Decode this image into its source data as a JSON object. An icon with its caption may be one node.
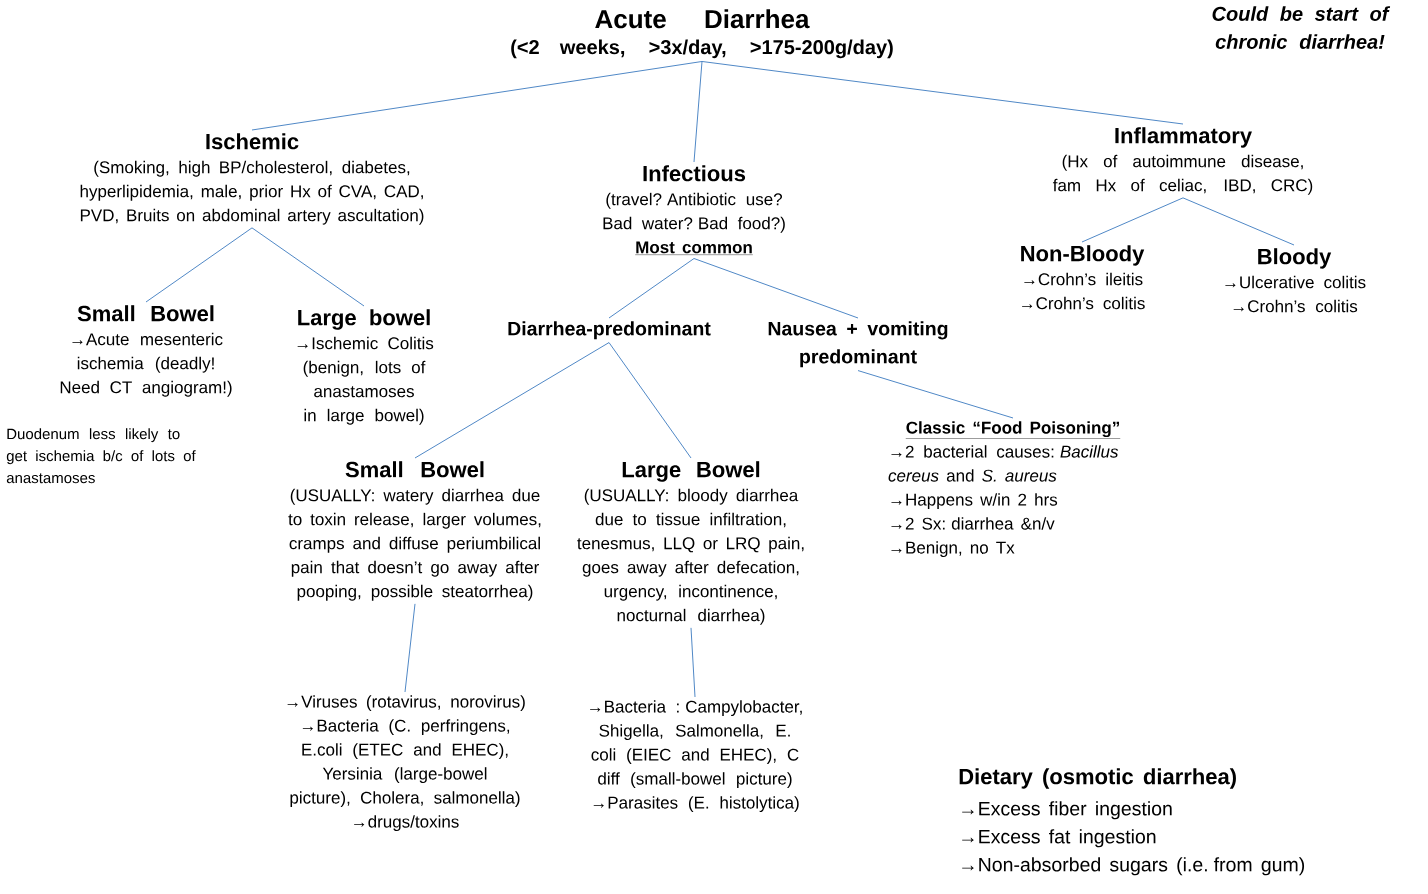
{
  "diagram": {
    "nodes": [
      {
        "text": [
          "Acute Diarrhea",
          "(<2 weeks, >3x/day, >175-200g/day)"
        ]
      },
      {
        "text": [
          "Ischemic",
          "(Smoking, high BP/cholesterol, diabetes, hyperlipidemia, male, prior Hx of CVA, CAD, PVD, Bruits on abdominal artery ascultation)"
        ]
      },
      {
        "text": [
          "Infectious",
          "(travel? Antibiotic use? Bad water? Bad food?)",
          "Most common"
        ]
      },
      {
        "text": [
          "Inflammatory",
          "(Hx of autoimmune disease, fam Hx of celiac, IBD, CRC)"
        ]
      },
      {
        "text": [
          "Small Bowel",
          "→Acute mesenteric ischemia (deadly! Need CT angiogram!)"
        ]
      },
      {
        "text": [
          "Large bowel",
          "→Ischemic Colitis (benign, lots of anastamoses in large bowel)"
        ]
      },
      {
        "text": [
          "Diarrhea-predominant"
        ]
      },
      {
        "text": [
          "Nausea + vomiting predominant"
        ]
      },
      {
        "text": [
          "Non-Bloody",
          "→Crohn’s ileitis",
          "→Crohn’s colitis"
        ]
      },
      {
        "text": [
          "Bloody",
          "→Ulcerative colitis",
          "→Crohn’s colitis"
        ]
      },
      {
        "text": [
          "Small Bowel",
          "(USUALLY: watery diarrhea due to toxin release, larger volumes, cramps and diffuse periumbilical pain that doesn’t go away after pooping,  possible steatorrhea)"
        ]
      },
      {
        "text": [
          "Large Bowel",
          "(USUALLY: bloody diarrhea due to tissue infiltration, tenesmus,  LLQ or LRQ pain, goes away after defecation, urgency, incontinence, nocturnal diarrhea)"
        ]
      },
      {
        "text": [
          "Classic “Food Poisoning”",
          "→2 bacterial causes: *Bacillus cereus* and *S. aureus*",
          "→Happens w/in 2 hrs",
          "→2 Sx: diarrhea &n/v",
          "→Benign, no Tx"
        ]
      },
      {
        "text": [
          "→Viruses (rotavirus, norovirus)",
          "→Bacteria (C. perfringens, E.coli (ETEC and EHEC), Yersinia (large-bowel picture), Cholera, salmonella)",
          "→drugs/toxins"
        ]
      },
      {
        "text": [
          "→Bacteria : Campylobacter, Shigella, Salmonella, E. coli (EIEC and EHEC), C diff (small-bowel picture)",
          "→Parasites (E. histolytica)"
        ]
      }
    ],
    "edges": [
      {
        "from": 0,
        "to": 1,
        "arrow": "none"
      },
      {
        "from": 0,
        "to": 2,
        "arrow": "none"
      },
      {
        "from": 0,
        "to": 3,
        "arrow": "none"
      },
      {
        "from": 1,
        "to": 4,
        "arrow": "none"
      },
      {
        "from": 1,
        "to": 5,
        "arrow": "none"
      },
      {
        "from": 2,
        "to": 6,
        "arrow": "none"
      },
      {
        "from": 2,
        "to": 7,
        "arrow": "none"
      },
      {
        "from": 3,
        "to": 8,
        "arrow": "none"
      },
      {
        "from": 3,
        "to": 9,
        "arrow": "none"
      },
      {
        "from": 6,
        "to": 10,
        "arrow": "none"
      },
      {
        "from": 6,
        "to": 11,
        "arrow": "none"
      },
      {
        "from": 7,
        "to": 12,
        "arrow": "none"
      },
      {
        "from": 10,
        "to": 13,
        "arrow": "none"
      },
      {
        "from": 11,
        "to": 14,
        "arrow": "none"
      }
    ],
    "labels": [
      "Could be start of chronic diarrhea!",
      "Duodenum less likely to get ischemia b/c of lots of anastamoses",
      "Dietary (osmotic diarrhea)",
      "→Excess fiber ingestion",
      "→Excess fat ingestion",
      "→Non-absorbed sugars (i.e. from gum)"
    ]
  }
}
